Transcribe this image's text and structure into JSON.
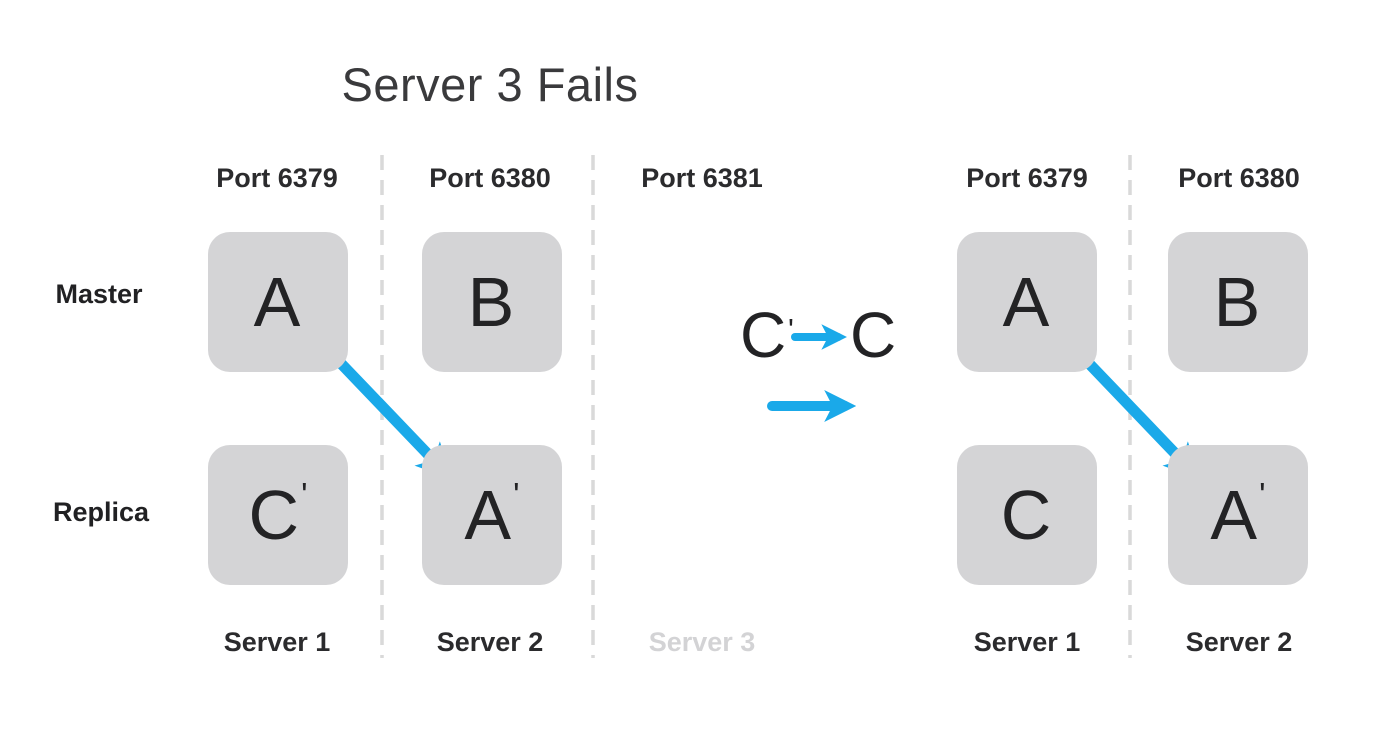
{
  "title": "Server 3 Fails",
  "colors": {
    "accent_blue": "#1aa9e9",
    "box_gray": "#d4d4d6",
    "divider_gray": "#d9d9d9",
    "faded_text": "#d3d3d5",
    "ink": "#2b2b2d"
  },
  "left_panel": {
    "ports": [
      "Port 6379",
      "Port 6380",
      "Port 6381"
    ],
    "row_labels": [
      "Master",
      "Replica"
    ],
    "boxes": [
      {
        "letter": "A",
        "prime": ""
      },
      {
        "letter": "B",
        "prime": ""
      },
      {
        "letter": "C",
        "prime": "'"
      },
      {
        "letter": "A",
        "prime": "'"
      }
    ],
    "servers": [
      {
        "label": "Server 1"
      },
      {
        "label": "Server 2"
      },
      {
        "label": "Server 3"
      }
    ]
  },
  "transition": {
    "from_letter": "C",
    "from_prime": "'",
    "to_letter": "C"
  },
  "right_panel": {
    "ports": [
      "Port 6379",
      "Port 6380"
    ],
    "boxes": [
      {
        "letter": "A",
        "prime": ""
      },
      {
        "letter": "B",
        "prime": ""
      },
      {
        "letter": "C",
        "prime": ""
      },
      {
        "letter": "A",
        "prime": "'"
      }
    ],
    "servers": [
      {
        "label": "Server 1"
      },
      {
        "label": "Server 2"
      }
    ]
  }
}
